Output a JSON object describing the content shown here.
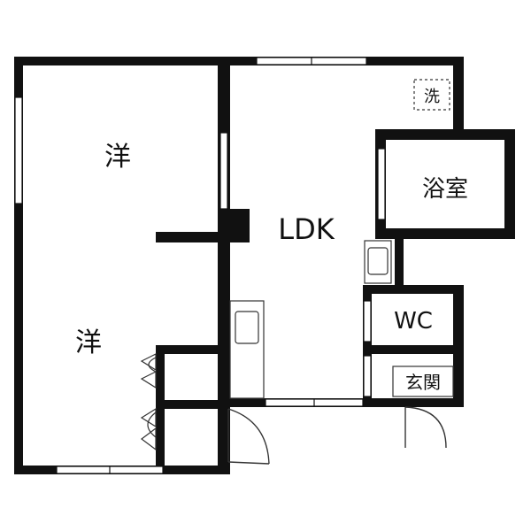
{
  "floorplan": {
    "rooms": {
      "western_upper": "洋",
      "western_lower": "洋",
      "ldk": "LDK",
      "bathroom": "浴室",
      "wc": "WC",
      "entrance": "玄関",
      "washer": "洗"
    }
  },
  "colors": {
    "wall": "#111111",
    "window": "#ffffff",
    "fixture_stroke": "#333333",
    "background": "#ffffff"
  }
}
